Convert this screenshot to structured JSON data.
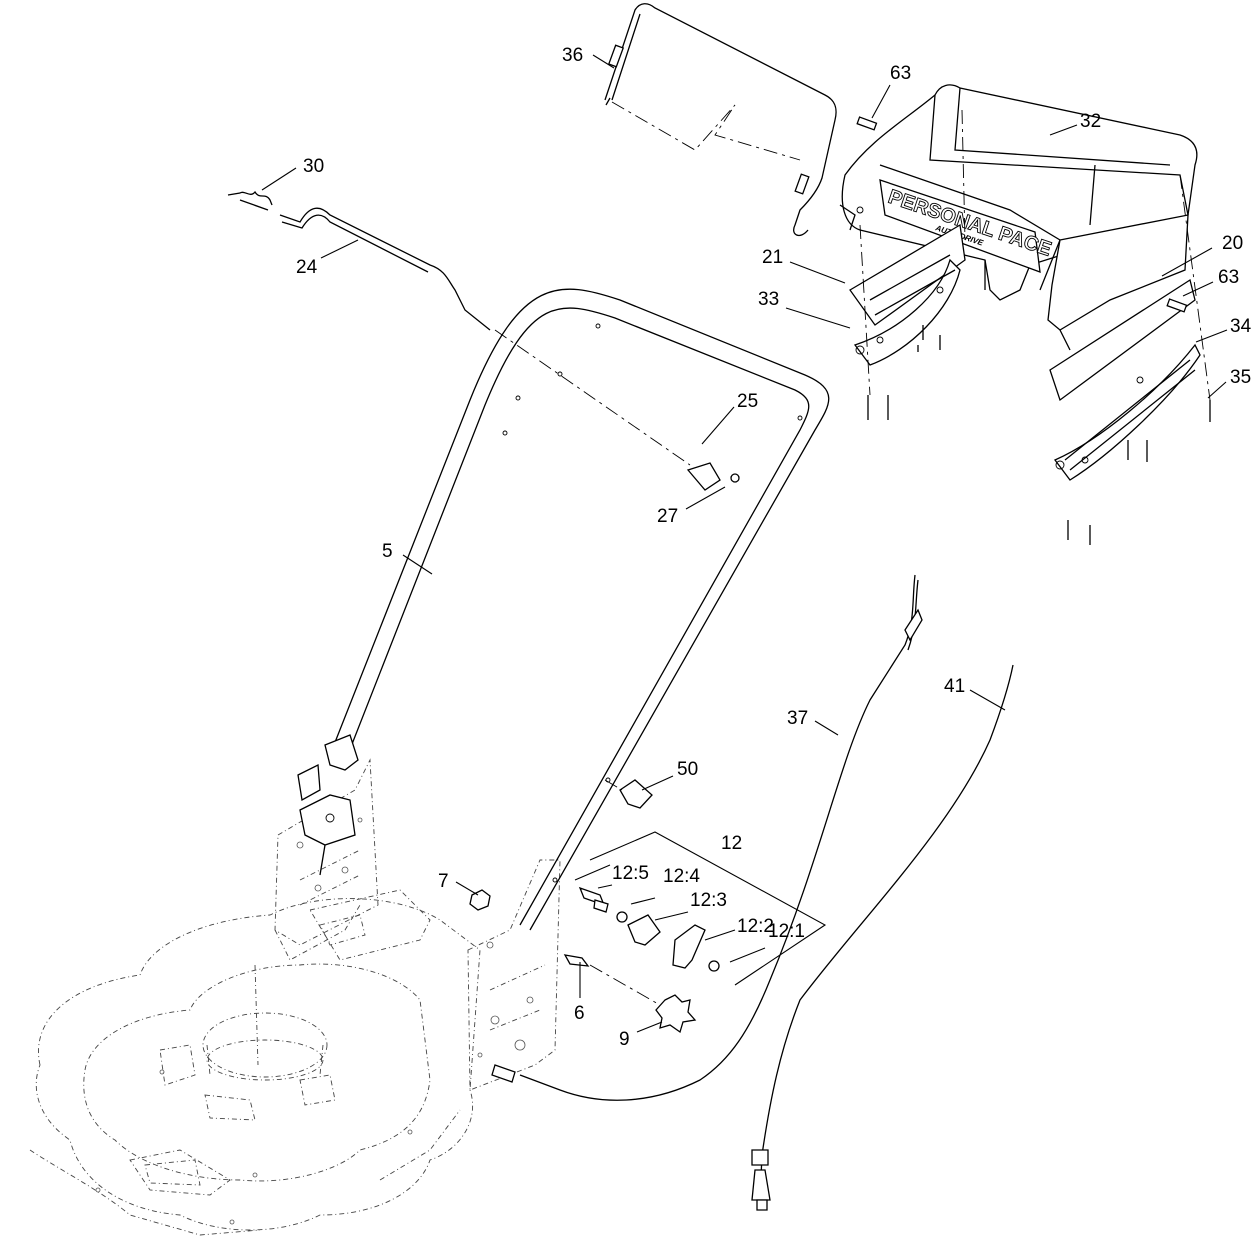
{
  "diagram": {
    "brand_logo": {
      "text": "PERSONAL PACE",
      "subtext": "AUTO-DRIVE"
    },
    "callouts": [
      {
        "id": "36",
        "label": "36"
      },
      {
        "id": "63a",
        "label": "63"
      },
      {
        "id": "32",
        "label": "32"
      },
      {
        "id": "30",
        "label": "30"
      },
      {
        "id": "24",
        "label": "24"
      },
      {
        "id": "21",
        "label": "21"
      },
      {
        "id": "20",
        "label": "20"
      },
      {
        "id": "63b",
        "label": "63"
      },
      {
        "id": "33",
        "label": "33"
      },
      {
        "id": "34",
        "label": "34"
      },
      {
        "id": "35",
        "label": "35"
      },
      {
        "id": "25",
        "label": "25"
      },
      {
        "id": "27",
        "label": "27"
      },
      {
        "id": "5",
        "label": "5"
      },
      {
        "id": "41",
        "label": "41"
      },
      {
        "id": "37",
        "label": "37"
      },
      {
        "id": "50",
        "label": "50"
      },
      {
        "id": "12",
        "label": "12"
      },
      {
        "id": "7",
        "label": "7"
      },
      {
        "id": "12_5",
        "label": "12:5"
      },
      {
        "id": "12_4",
        "label": "12:4"
      },
      {
        "id": "12_3",
        "label": "12:3"
      },
      {
        "id": "12_2",
        "label": "12:2"
      },
      {
        "id": "12_1",
        "label": "12:1"
      },
      {
        "id": "6",
        "label": "6"
      },
      {
        "id": "9",
        "label": "9"
      }
    ]
  }
}
